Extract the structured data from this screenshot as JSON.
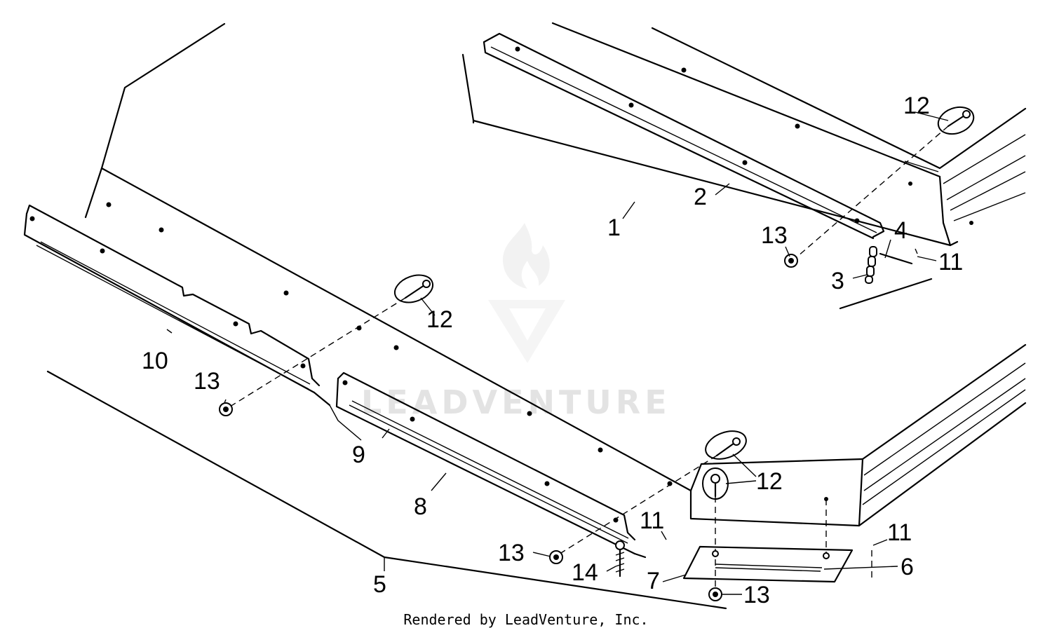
{
  "callouts": {
    "c1": "1",
    "c2": "2",
    "c3": "3",
    "c4": "4",
    "c5": "5",
    "c6": "6",
    "c7": "7",
    "c8": "8",
    "c9": "9",
    "c10": "10",
    "c11a": "11",
    "c11b": "11",
    "c11c": "11",
    "c12a": "12",
    "c12b": "12",
    "c12c": "12",
    "c13a": "13",
    "c13b": "13",
    "c13c": "13",
    "c13d": "13",
    "c14": "14"
  },
  "watermark": "LEADVENTURE",
  "credit": "Rendered by LeadVenture, Inc."
}
